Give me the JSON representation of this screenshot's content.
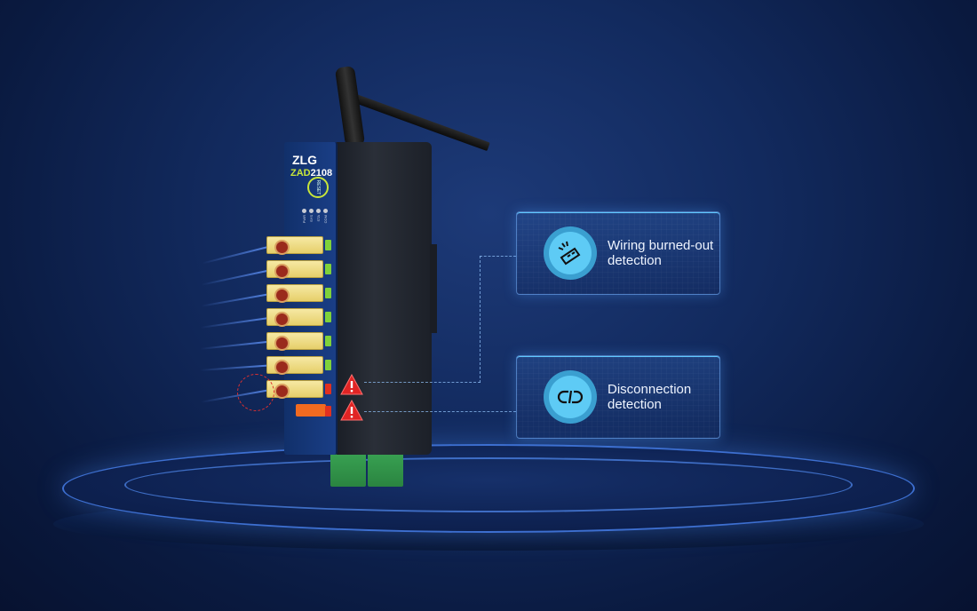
{
  "device": {
    "brand": "ZLG",
    "model_prefix": "ZAD",
    "model_number": "2108",
    "reset_label": "RESET",
    "led_labels": [
      "PWR",
      "SYS",
      "STA",
      "COM"
    ],
    "channel_count": 7
  },
  "features": [
    {
      "icon": "broken-wire-icon",
      "label": "Wiring burned-out detection"
    },
    {
      "icon": "disconnected-link-icon",
      "label": "Disconnection detection"
    }
  ],
  "colors": {
    "accent": "#5ecbf5",
    "warning": "#e02424",
    "led_green": "#7fd23a"
  }
}
